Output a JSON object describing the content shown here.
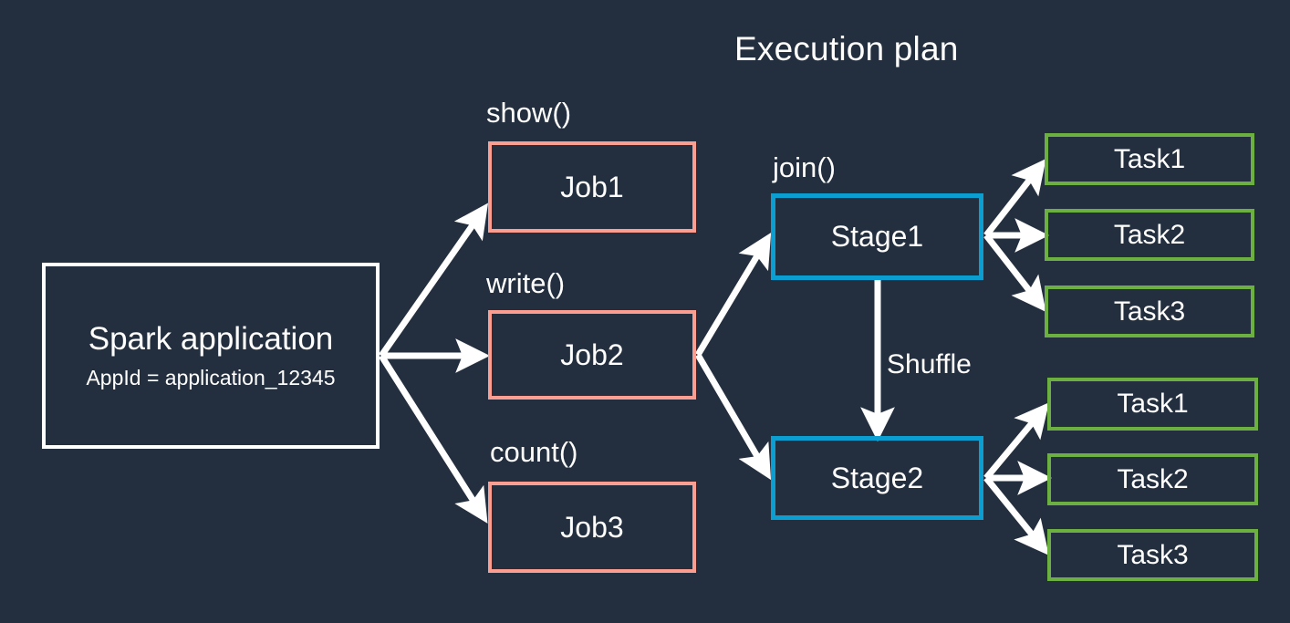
{
  "diagram": {
    "title": "Execution plan",
    "background_color": "#232f3e",
    "colors": {
      "app_border": "#ffffff",
      "job_border": "#f99e91",
      "stage_border": "#0a9fd0",
      "task_border": "#6bb040",
      "text": "#ffffff",
      "arrow": "#ffffff"
    },
    "app": {
      "name": "Spark application",
      "appid_label": "AppId = application_12345"
    },
    "jobs": [
      {
        "caption": "show()",
        "label": "Job1"
      },
      {
        "caption": "write()",
        "label": "Job2"
      },
      {
        "caption": "count()",
        "label": "Job3"
      }
    ],
    "stages": [
      {
        "caption": "join()",
        "label": "Stage1"
      },
      {
        "caption": "",
        "label": "Stage2"
      }
    ],
    "shuffle_label": "Shuffle",
    "stage1_tasks": [
      {
        "label": "Task1"
      },
      {
        "label": "Task2"
      },
      {
        "label": "Task3"
      }
    ],
    "stage2_tasks": [
      {
        "label": "Task1"
      },
      {
        "label": "Task2"
      },
      {
        "label": "Task3"
      }
    ]
  }
}
